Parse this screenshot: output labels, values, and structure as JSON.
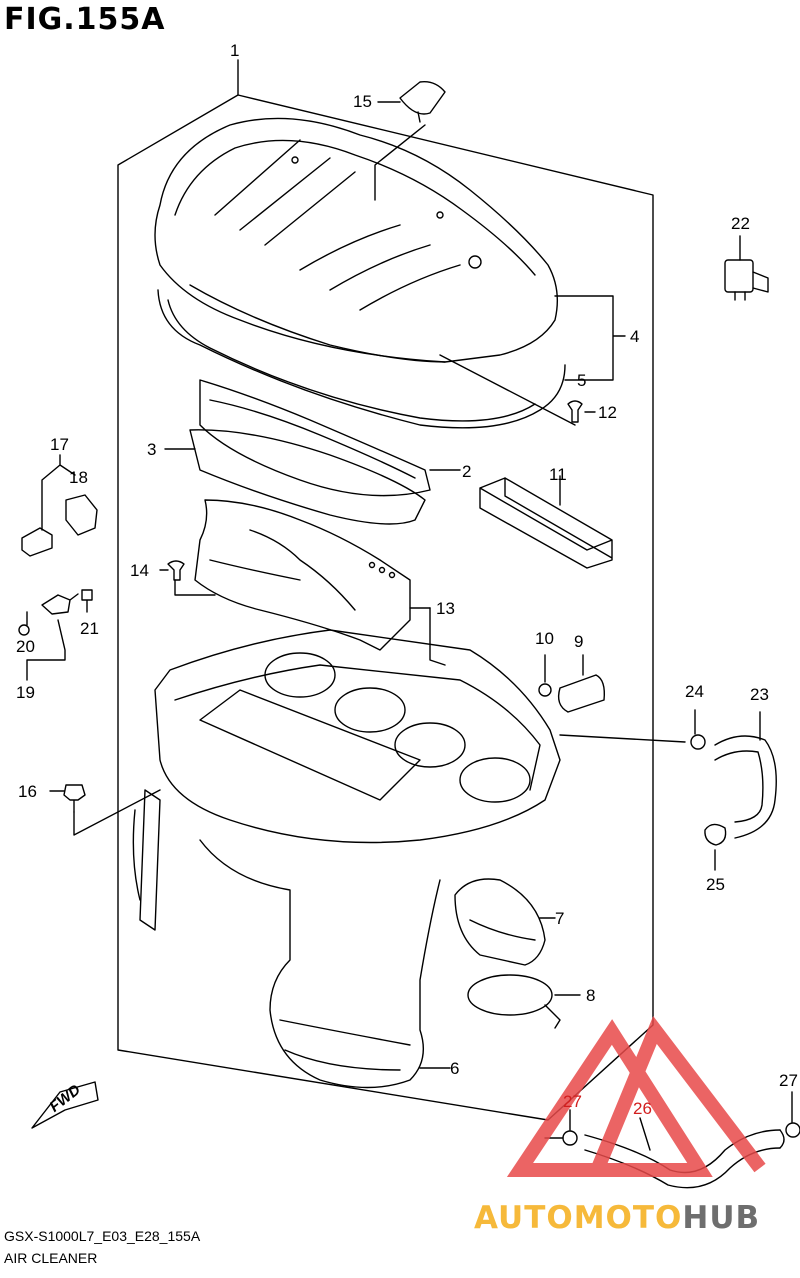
{
  "figure": {
    "title": "FIG.155A"
  },
  "footer": {
    "model_code": "GSX-S1000L7_E03_E28_155A",
    "section": "AIR CLEANER"
  },
  "direction_badge": {
    "label": "FWD"
  },
  "watermark": {
    "part1": "AUTOMOTO",
    "part2": "HUB",
    "color_triangle": "#e84a4a",
    "color_text1": "#f6b93a",
    "color_text2": "#6e6e6e"
  },
  "callouts": [
    {
      "id": "c1",
      "label": "1"
    },
    {
      "id": "c15",
      "label": "15"
    },
    {
      "id": "c22",
      "label": "22"
    },
    {
      "id": "c4",
      "label": "4"
    },
    {
      "id": "c5",
      "label": "5"
    },
    {
      "id": "c12",
      "label": "12"
    },
    {
      "id": "c3",
      "label": "3"
    },
    {
      "id": "c2",
      "label": "2"
    },
    {
      "id": "c17",
      "label": "17"
    },
    {
      "id": "c18",
      "label": "18"
    },
    {
      "id": "c11",
      "label": "11"
    },
    {
      "id": "c14",
      "label": "14"
    },
    {
      "id": "c13",
      "label": "13"
    },
    {
      "id": "c21",
      "label": "21"
    },
    {
      "id": "c20",
      "label": "20"
    },
    {
      "id": "c19",
      "label": "19"
    },
    {
      "id": "c10",
      "label": "10"
    },
    {
      "id": "c9",
      "label": "9"
    },
    {
      "id": "c24",
      "label": "24"
    },
    {
      "id": "c23",
      "label": "23"
    },
    {
      "id": "c16",
      "label": "16"
    },
    {
      "id": "c25",
      "label": "25"
    },
    {
      "id": "c7",
      "label": "7"
    },
    {
      "id": "c8",
      "label": "8"
    },
    {
      "id": "c6",
      "label": "6"
    },
    {
      "id": "c27a",
      "label": "27"
    },
    {
      "id": "c26",
      "label": "26"
    },
    {
      "id": "c27b",
      "label": "27"
    }
  ]
}
